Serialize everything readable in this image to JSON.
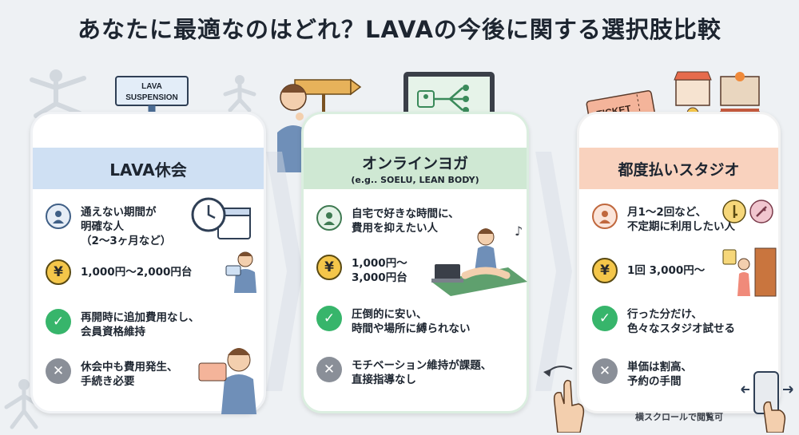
{
  "title": "あなたに最適なのはどれ？LAVAの今後に関する選択肢比較",
  "signpost": {
    "line1": "LAVA",
    "line2": "SUSPENSION"
  },
  "ticket_label": "TICKET",
  "colors": {
    "blue": "#cfe0f3",
    "green": "#cfe8d3",
    "orange": "#f9d2be"
  },
  "cards": [
    {
      "heading": "LAVA休会",
      "subheading": "",
      "rows": [
        {
          "icon": "person-icon",
          "text": [
            "通えない期間が",
            "明確な人",
            "（2～3ヶ月など）"
          ]
        },
        {
          "icon": "yen-icon",
          "text": [
            "1,000円～2,000円台"
          ]
        },
        {
          "icon": "check-icon",
          "text": [
            "再開時に追加費用なし、",
            "会員資格維持"
          ]
        },
        {
          "icon": "cross-icon",
          "text": [
            "休会中も費用発生、",
            "手続き必要"
          ]
        }
      ]
    },
    {
      "heading": "オンラインヨガ",
      "subheading": "(e.g.. SOELU, LEAN BODY)",
      "rows": [
        {
          "icon": "person-icon",
          "text": [
            "自宅で好きな時間に、",
            "費用を抑えたい人"
          ]
        },
        {
          "icon": "yen-icon",
          "text": [
            "1,000円～",
            "3,000円台"
          ]
        },
        {
          "icon": "check-icon",
          "text": [
            "圧倒的に安い、",
            "時間や場所に縛られない"
          ]
        },
        {
          "icon": "cross-icon",
          "text": [
            "モチベーション維持が課題、",
            "直接指導なし"
          ]
        }
      ]
    },
    {
      "heading": "都度払いスタジオ",
      "subheading": "",
      "rows": [
        {
          "icon": "person-icon",
          "text": [
            "月1～2回など、",
            "不定期に利用したい人"
          ]
        },
        {
          "icon": "yen-icon",
          "text": [
            "1回 3,000円～"
          ]
        },
        {
          "icon": "check-icon",
          "text": [
            "行った分だけ、",
            "色々なスタジオ試せる"
          ]
        },
        {
          "icon": "cross-icon",
          "text": [
            "単価は割高、",
            "予約の手間"
          ]
        }
      ]
    }
  ],
  "scroll_hint": "横スクロールで閲覧可"
}
